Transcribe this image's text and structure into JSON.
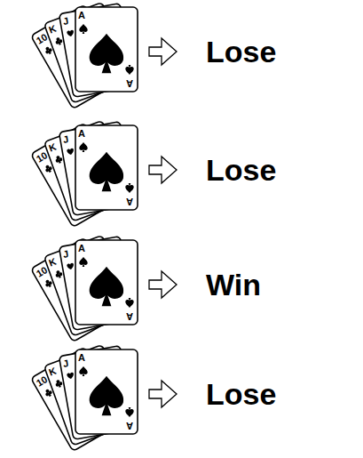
{
  "diagram": {
    "labels": [
      "10",
      "K",
      "J",
      "A",
      "A",
      "Lose",
      "10",
      "K",
      "J",
      "A",
      "A",
      "Lose",
      "10",
      "K",
      "J",
      "A",
      "A",
      "Win",
      "10",
      "K",
      "J",
      "A",
      "A",
      "Lose"
    ]
  }
}
